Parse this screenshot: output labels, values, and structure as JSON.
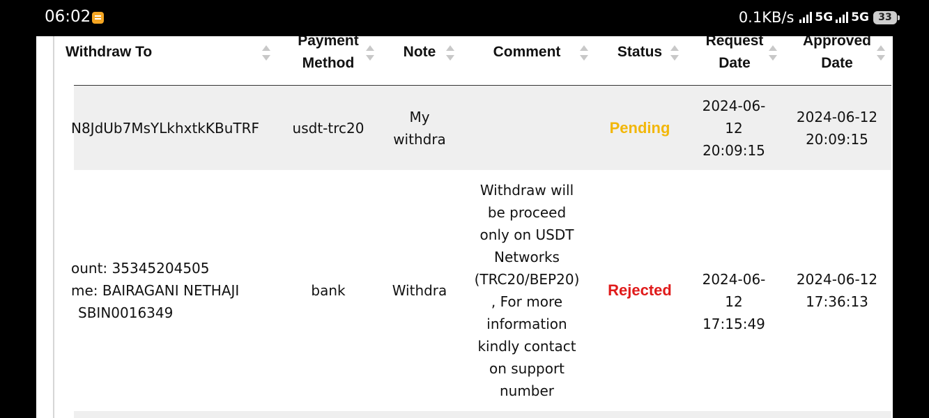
{
  "status_bar": {
    "time": "06:02",
    "network_speed": "0.1KB/s",
    "sim1": "5G",
    "sim2": "5G",
    "battery": "33"
  },
  "table": {
    "columns": [
      "Withdraw To",
      "Payment Method",
      "Note",
      "Comment",
      "Status",
      "Request Date",
      "Approved Date"
    ],
    "column_lines": {
      "withdraw_to": "Withdraw To",
      "payment_method": [
        "Payment",
        "Method"
      ],
      "note": "Note",
      "comment": "Comment",
      "status": "Status",
      "request_date": [
        "Request",
        "Date"
      ],
      "approved_date": [
        "Approved",
        "Date"
      ]
    },
    "rows": [
      {
        "withdraw_to": [
          "N8JdUb7MsYLkhxtkKBuTRF"
        ],
        "payment_method": "usdt-trc20",
        "note": [
          "My",
          "withdra"
        ],
        "comment": [],
        "status": "Pending",
        "request_date": [
          "2024-06-",
          "12",
          "20:09:15"
        ],
        "approved_date": [
          "2024-06-12",
          "20:09:15"
        ]
      },
      {
        "withdraw_to": [
          "ount: 35345204505",
          "me: BAIRAGANI NETHAJI",
          "SBIN0016349"
        ],
        "payment_method": "bank",
        "note": [
          "Withdra"
        ],
        "comment": [
          "Withdraw will",
          "be proceed",
          "only on USDT",
          "Networks",
          "(TRC20/BEP20)",
          ", For more",
          "information",
          "kindly contact",
          "on support",
          "number"
        ],
        "status": "Rejected",
        "request_date": [
          "2024-06-",
          "12 17:15:49"
        ],
        "approved_date": [
          "2024-06-12",
          "17:36:13"
        ]
      }
    ]
  },
  "colors": {
    "pending": "#f2b70a",
    "rejected": "#e01b1b",
    "row_stripe": "#efefef"
  },
  "icons": [
    "notification-icon",
    "signal-icon",
    "battery-icon",
    "sort-icon"
  ]
}
